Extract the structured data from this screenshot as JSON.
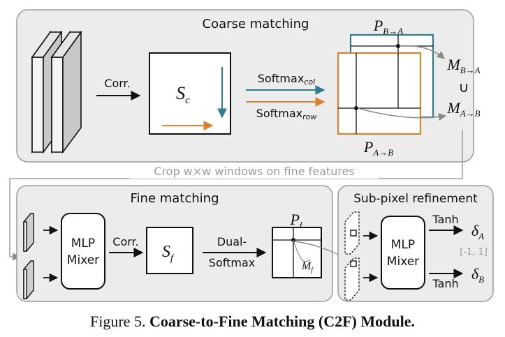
{
  "panels": {
    "coarse": "Coarse matching",
    "fine": "Fine matching",
    "subpixel": "Sub-pixel refinement"
  },
  "coarse": {
    "corr": "Corr.",
    "sc": "S",
    "sc_sub": "c",
    "softmax_col": "Softmax",
    "softmax_col_sub": "col",
    "softmax_row": "Softmax",
    "softmax_row_sub": "row",
    "p_ba": "P",
    "p_ba_sub": "B→A",
    "p_ab": "P",
    "p_ab_sub": "A→B",
    "m_ba": "M",
    "m_ba_sub": "B→A",
    "union": "∪",
    "m_ab": "M",
    "m_ab_sub": "A→B"
  },
  "crop_text": "Crop w×w windows on fine features",
  "fine": {
    "mlp_line1": "MLP",
    "mlp_line2": "Mixer",
    "corr": "Corr.",
    "sf": "S",
    "sf_sub": "f",
    "dual_line1": "Dual-",
    "dual_line2": "Softmax",
    "pf": "P",
    "pf_sub": "f",
    "mf": "M",
    "mf_sub": "f"
  },
  "subpixel": {
    "mlp_line1": "MLP",
    "mlp_line2": "Mixer",
    "tanh_top": "Tanh",
    "tanh_bottom": "Tanh",
    "delta_a": "δ",
    "delta_a_sub": "A",
    "delta_b": "δ",
    "delta_b_sub": "B",
    "range": "[-1, 1]"
  },
  "caption": {
    "prefix": "Figure 5.",
    "title": "Coarse-to-Fine Matching (C2F) Module."
  },
  "colors": {
    "panel_fill": "#ececec",
    "panel_stroke": "#9a9a9a",
    "teal": "#2e7d8c",
    "orange": "#d9822b",
    "gray_text": "#9a9a9a"
  }
}
